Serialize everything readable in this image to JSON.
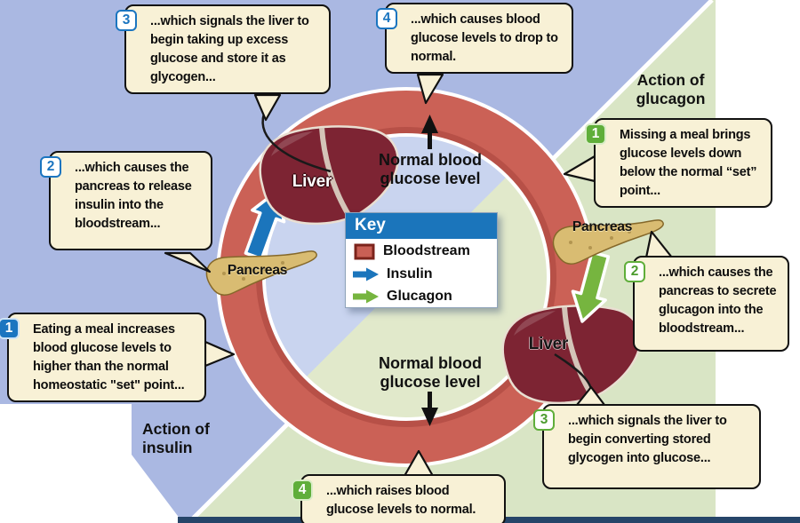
{
  "colors": {
    "bg_insulin": "#aab8e2",
    "bg_glucagon": "#d9e5c5",
    "disc_insulin": "#c9d4ef",
    "disc_glucagon": "#e1e9cb",
    "bloodstream": "#cb6156",
    "insulin": "#1b75bc",
    "glucagon": "#76b53f",
    "callout_bg": "#f8f1d6",
    "key_header": "#1b75bb",
    "badge_blue": "#1b75c0",
    "badge_green": "#5fae3a",
    "bottom_bar": "#264569"
  },
  "key": {
    "title": "Key",
    "items": [
      {
        "label": "Bloodstream",
        "color": "#c96055"
      },
      {
        "label": "Insulin",
        "color": "#1b75bc"
      },
      {
        "label": "Glucagon",
        "color": "#76b53f"
      }
    ]
  },
  "callouts": {
    "insulin_1": {
      "num": "1",
      "text": "Eating a meal increases blood glucose levels to higher than the normal homeostatic \"set\" point..."
    },
    "insulin_2": {
      "num": "2",
      "text": "...which causes the pancreas to release insulin into the bloodstream..."
    },
    "insulin_3": {
      "num": "3",
      "text": "...which signals the liver to begin taking up excess glucose and store it as glycogen..."
    },
    "insulin_4": {
      "num": "4",
      "text": "...which causes blood glucose levels to drop to normal."
    },
    "glucagon_1": {
      "num": "1",
      "text": "Missing a meal brings glucose levels down below the normal “set” point..."
    },
    "glucagon_2": {
      "num": "2",
      "text": "...which causes the pancreas to secrete glucagon into the bloodstream..."
    },
    "glucagon_3": {
      "num": "3",
      "text": "...which signals the liver to begin converting stored glycogen into glucose..."
    },
    "glucagon_4": {
      "num": "4",
      "text": "...which raises blood glucose levels to normal."
    }
  },
  "labels": {
    "action_insulin": "Action of insulin",
    "action_glucagon": "Action of glucagon",
    "normal_top": "Normal blood glucose level",
    "normal_bottom": "Normal blood glucose level",
    "liver_top": "Liver",
    "liver_right": "Liver",
    "pancreas_left": "Pancreas",
    "pancreas_right": "Pancreas"
  }
}
